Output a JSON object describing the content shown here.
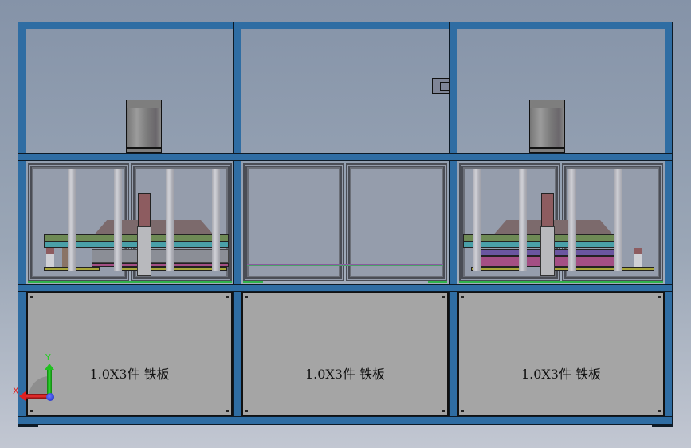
{
  "viewport": {
    "background_top": "#8593a8",
    "background_bottom": "#c2c7d2"
  },
  "frame": {
    "color": "#2f6da3",
    "outline": "#0d1a26"
  },
  "bays": [
    {
      "id": "left",
      "label": "1.0X3件 铁板",
      "has_cylinder": true,
      "has_die": true
    },
    {
      "id": "middle",
      "label": "1.0X3件 铁板",
      "has_cylinder": false,
      "has_die": false
    },
    {
      "id": "right",
      "label": "1.0X3件 铁板",
      "has_cylinder": true,
      "has_die": true
    }
  ],
  "triad": {
    "x_label": "X",
    "y_label": "Y",
    "x_color": "#e02020",
    "y_color": "#20c020",
    "z_color": "#2030e0"
  },
  "colors": {
    "sheet_panel": "#a5a5a5",
    "window_glass": "#959dac",
    "green_strip": "#2fb24b"
  }
}
